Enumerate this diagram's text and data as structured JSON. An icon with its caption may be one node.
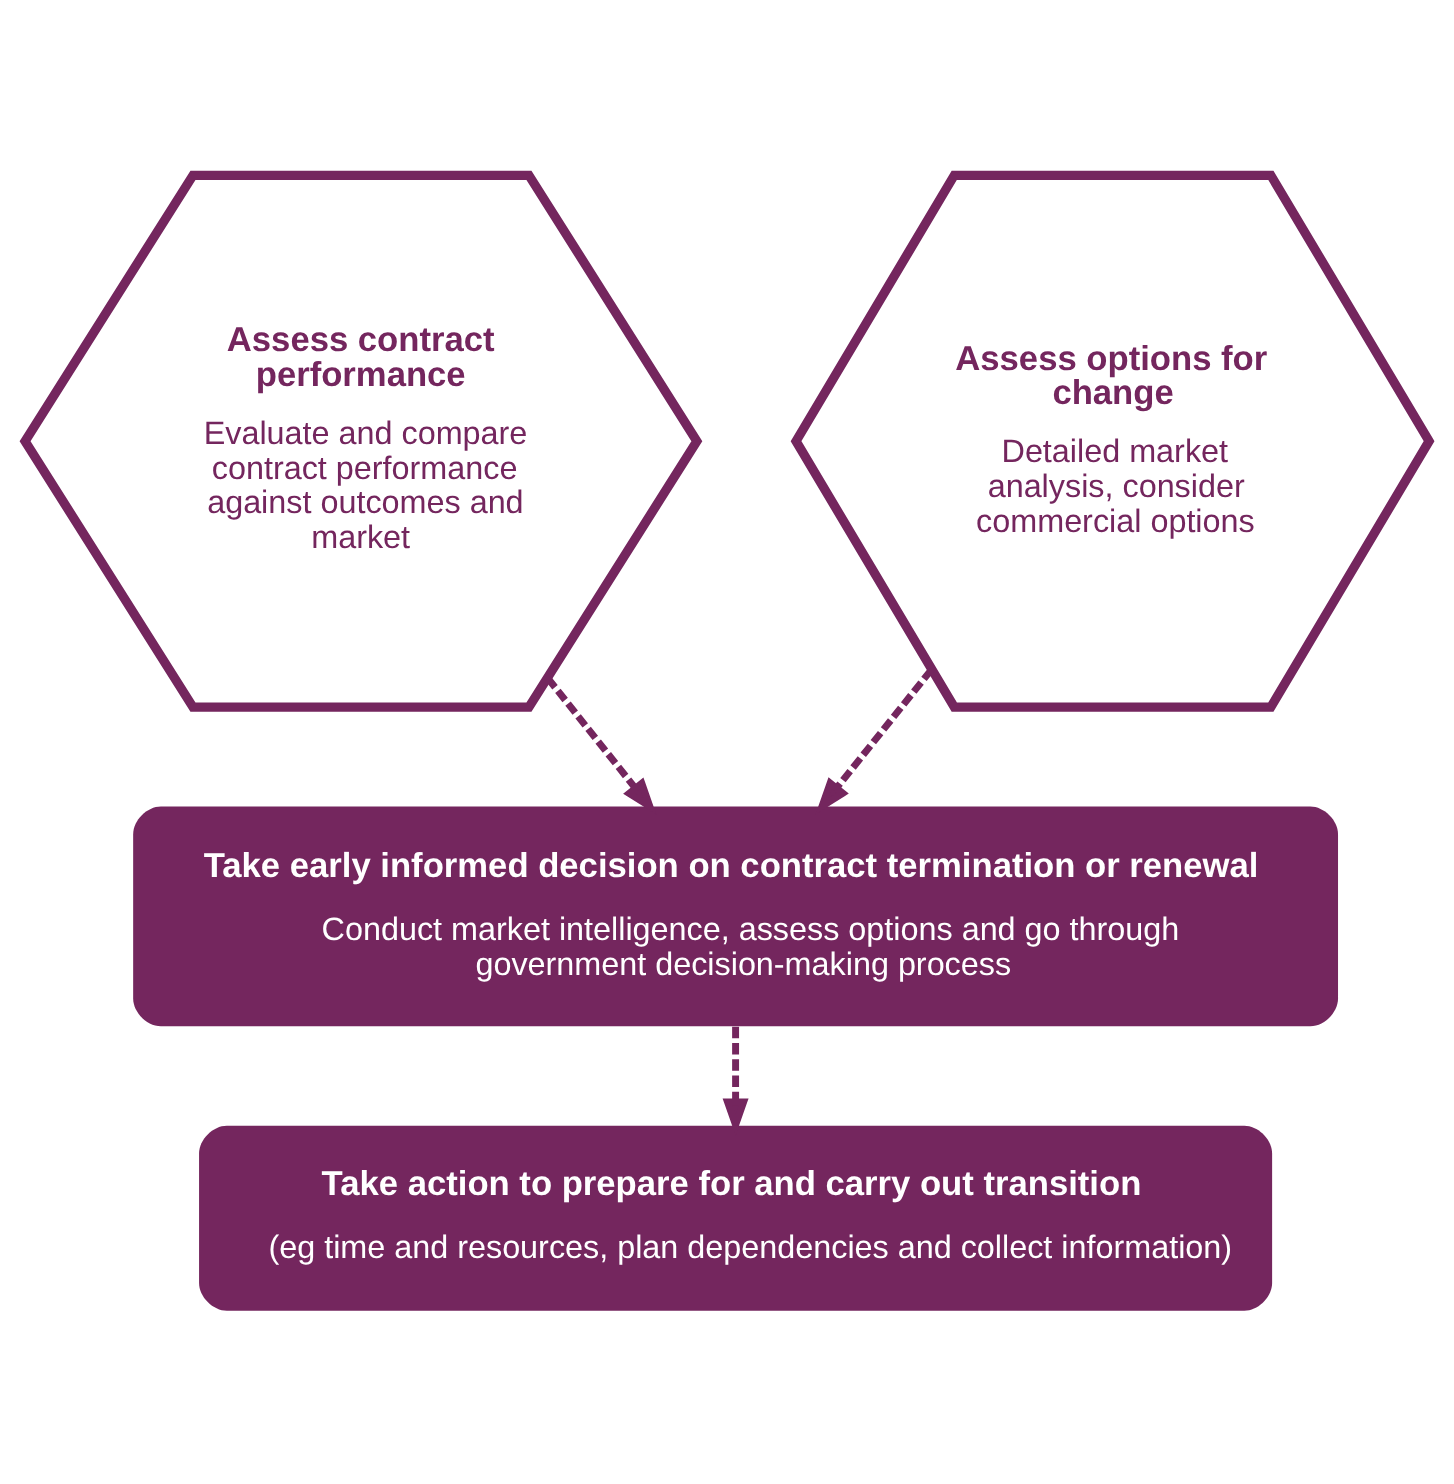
{
  "diagram": {
    "nodes": [
      {
        "text": [
          "Assess contract performance",
          "Evaluate and compare contract performance against outcomes and market"
        ]
      },
      {
        "text": [
          "Assess options for change",
          "Detailed market analysis, consider commercial options"
        ]
      },
      {
        "text": [
          "Take early informed decision on contract termination or renewal",
          "Conduct market intelligence, assess options and go through government decision-making process"
        ]
      },
      {
        "text": [
          "Take action to prepare for and carry out transition",
          "(eg time and resources, plan dependencies and collect information)"
        ]
      }
    ],
    "edges": [
      {
        "from": 0,
        "to": 2,
        "arrow": "to",
        "style": "dashed"
      },
      {
        "from": 1,
        "to": 2,
        "arrow": "to",
        "style": "dashed"
      },
      {
        "from": 2,
        "to": 3,
        "arrow": "to",
        "style": "dashed"
      }
    ]
  }
}
